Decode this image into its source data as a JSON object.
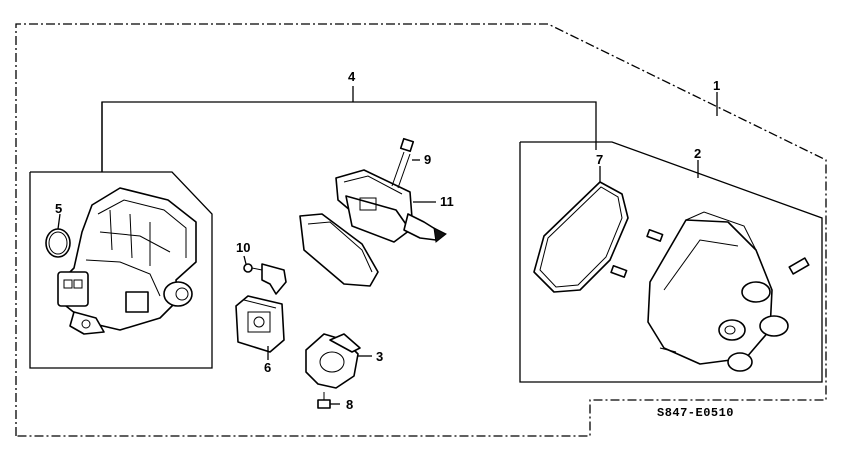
{
  "diagram": {
    "callouts": {
      "c1": "1",
      "c2": "2",
      "c3": "3",
      "c4": "4",
      "c5": "5",
      "c6": "6",
      "c7": "7",
      "c8": "8",
      "c9": "9",
      "c10": "10",
      "c11": "11"
    },
    "diagram_code": "S847-E0510"
  }
}
